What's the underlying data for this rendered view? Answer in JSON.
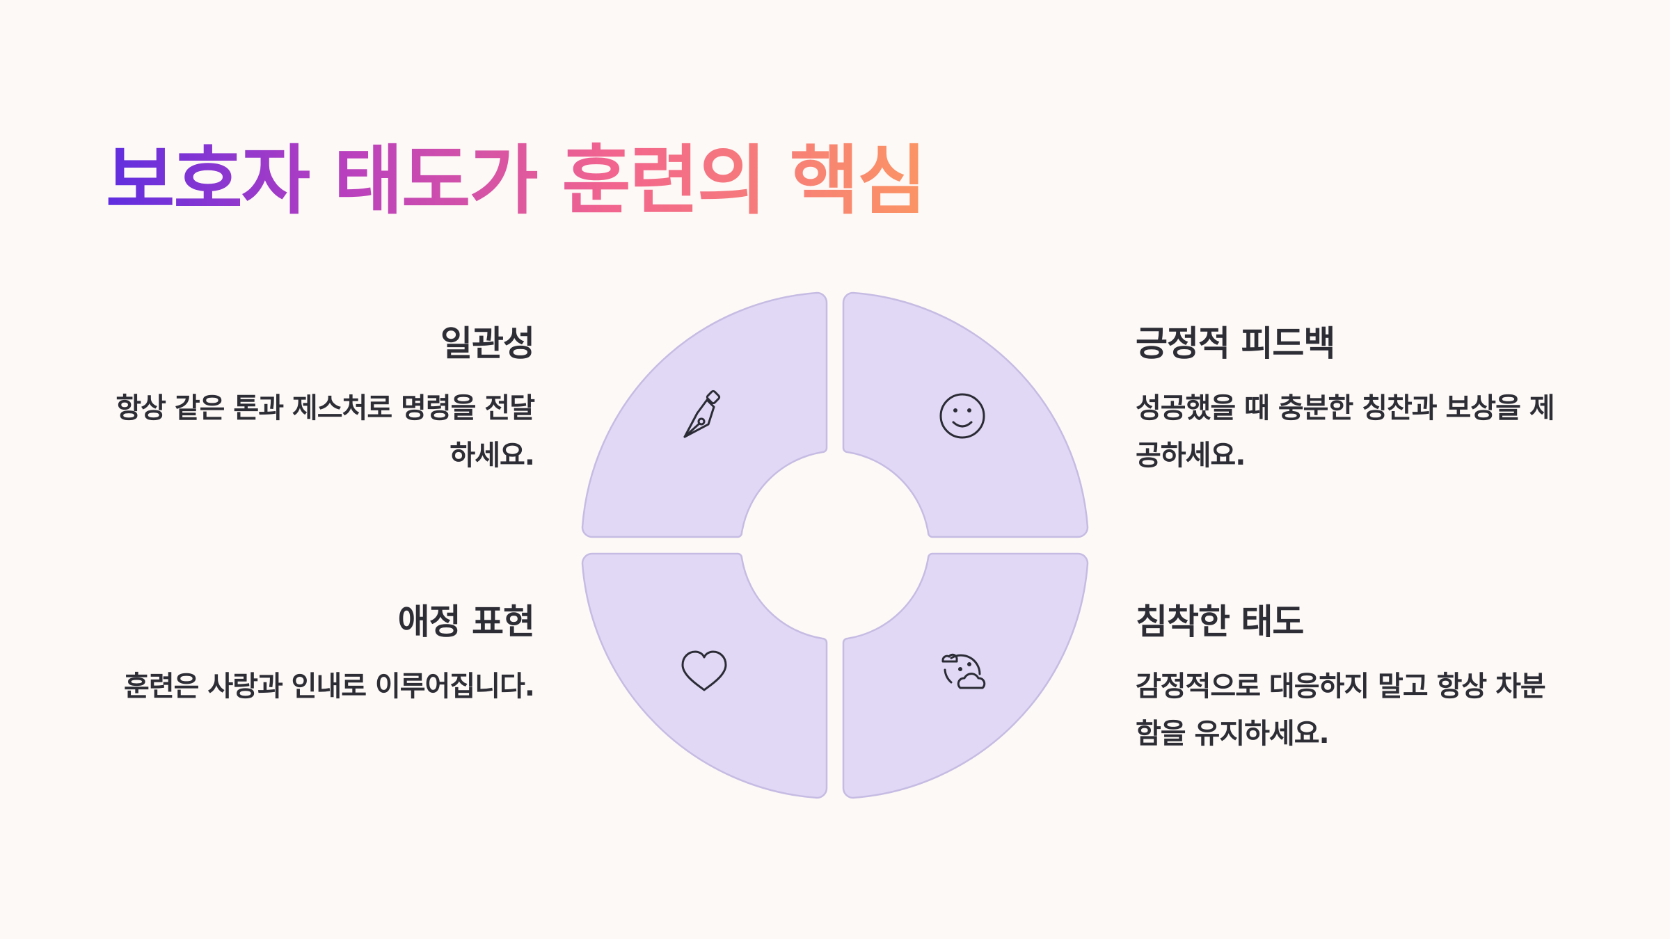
{
  "title": "보호자 태도가 훈련의 핵심",
  "items": [
    {
      "heading": "일관성",
      "body": "항상 같은 톤과 제스처로 명령을 전달하세요.",
      "icon": "pen-nib-icon"
    },
    {
      "heading": "긍정적 피드백",
      "body": "성공했을 때 충분한 칭찬과 보상을 제공하세요.",
      "icon": "smile-icon"
    },
    {
      "heading": "애정 표현",
      "body": "훈련은 사랑과 인내로 이루어집니다.",
      "icon": "heart-icon"
    },
    {
      "heading": "침착한 태도",
      "body": "감정적으로 대응하지 말고 항상 차분함을 유지하세요.",
      "icon": "night-cloud-icon"
    }
  ],
  "colors": {
    "background": "#fdf9f6",
    "quadrant_fill": "#e0d8f5",
    "quadrant_stroke": "#c6bce3",
    "text": "#2d2d36",
    "title_gradient_start": "#5f2ee0",
    "title_gradient_end": "#fb9564"
  }
}
